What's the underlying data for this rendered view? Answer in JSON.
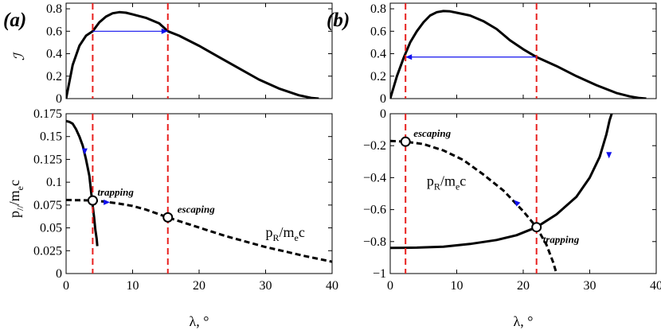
{
  "panel_labels": [
    "(a)",
    "(b)"
  ],
  "chart_data": [
    {
      "type": "line",
      "panel": "(a)",
      "xlabel": "λ, °",
      "ylabel": "ℐ",
      "xlim": [
        0,
        40
      ],
      "top": {
        "ylim": [
          0,
          0.85
        ],
        "yticks": [
          0,
          0.2,
          0.4,
          0.6,
          0.8
        ],
        "ytick_labels": [
          "0",
          "0.2",
          "0.4",
          "0.6",
          "0.8"
        ],
        "series": [
          {
            "style": "solid",
            "color": "#000000",
            "x": [
              0,
              1,
              2,
              3,
              4,
              5,
              6,
              7,
              8,
              9,
              10,
              12,
              14,
              15.3,
              17,
              20,
              23,
              26,
              29,
              32,
              35,
              37,
              38
            ],
            "y": [
              0,
              0.3,
              0.47,
              0.56,
              0.6,
              0.68,
              0.73,
              0.76,
              0.77,
              0.765,
              0.75,
              0.72,
              0.67,
              0.6,
              0.56,
              0.47,
              0.37,
              0.27,
              0.17,
              0.09,
              0.03,
              0.005,
              0
            ]
          }
        ],
        "arrows": [
          {
            "x_from": 4,
            "x_to": 15.3,
            "y": 0.6,
            "color": "#1010ee"
          }
        ]
      },
      "bottom": {
        "ylim": [
          0,
          0.175
        ],
        "yticks": [
          0,
          0.025,
          0.05,
          0.075,
          0.1,
          0.125,
          0.15,
          0.175
        ],
        "ytick_labels": [
          "0",
          "0.025",
          "0.05",
          "0.075",
          "0.1",
          "0.125",
          "0.15",
          "0.175"
        ],
        "ytick_label_overrides": {
          "0.075": "",
          "0.1": "0.1"
        },
        "series": [
          {
            "style": "solid",
            "color": "#000000",
            "x": [
              0,
              0.5,
              1,
              1.5,
              2,
              2.5,
              3,
              3.5,
              3.9,
              4.2,
              4.4,
              4.6,
              4.7
            ],
            "y": [
              0.167,
              0.166,
              0.164,
              0.158,
              0.15,
              0.14,
              0.125,
              0.107,
              0.08,
              0.062,
              0.048,
              0.038,
              0.03
            ]
          },
          {
            "style": "dashed",
            "color": "#000000",
            "x": [
              0,
              2,
              4,
              6,
              8,
              10,
              12,
              15.3,
              18,
              21,
              24,
              27,
              30,
              33,
              36,
              40
            ],
            "y": [
              0.0805,
              0.0803,
              0.08,
              0.0785,
              0.0765,
              0.074,
              0.07,
              0.0615,
              0.055,
              0.048,
              0.041,
              0.035,
              0.029,
              0.024,
              0.019,
              0.013
            ]
          }
        ],
        "points": [
          {
            "x": 4,
            "y": 0.08,
            "label": "trapping",
            "label_dx": 6,
            "label_dy": -6
          },
          {
            "x": 15.3,
            "y": 0.0615,
            "label": "escaping",
            "label_dx": 12,
            "label_dy": -6
          }
        ],
        "direction_markers": [
          {
            "x": 2.8,
            "y": 0.13,
            "dir": "down"
          },
          {
            "x": 6.6,
            "y": 0.078,
            "dir": "right"
          }
        ],
        "curve_label": {
          "text": "pR/mec",
          "x": 30,
          "y": 0.04
        }
      },
      "vlines": [
        4,
        15.3
      ],
      "xticks": [
        0,
        10,
        20,
        30,
        40
      ],
      "bottom_ylabel": "p///mec"
    },
    {
      "type": "line",
      "panel": "(b)",
      "xlabel": "λ, °",
      "xlim": [
        0,
        40
      ],
      "top": {
        "ylim": [
          0,
          0.85
        ],
        "yticks": [
          0,
          0.2,
          0.4,
          0.6,
          0.8
        ],
        "ytick_labels": [
          "0",
          "0.2",
          "0.4",
          "0.6",
          "0.8"
        ],
        "series": [
          {
            "style": "solid",
            "color": "#000000",
            "x": [
              0,
              1,
              2,
              3,
              4,
              5,
              6,
              7,
              8,
              9,
              10,
              12,
              14,
              16,
              18,
              20,
              22,
              25,
              28,
              31,
              34,
              36,
              37.5,
              38.5
            ],
            "y": [
              0,
              0.2,
              0.36,
              0.5,
              0.6,
              0.68,
              0.74,
              0.77,
              0.78,
              0.777,
              0.765,
              0.74,
              0.69,
              0.62,
              0.52,
              0.44,
              0.37,
              0.29,
              0.2,
              0.12,
              0.05,
              0.02,
              0.005,
              0
            ]
          }
        ],
        "arrows": [
          {
            "x_from": 22,
            "x_to": 2.3,
            "y": 0.37,
            "color": "#1010ee"
          }
        ]
      },
      "bottom": {
        "ylim": [
          -1,
          0
        ],
        "yticks": [
          -1,
          -0.8,
          -0.6,
          -0.4,
          -0.2,
          0
        ],
        "ytick_labels": [
          "−1",
          "−0.8",
          "−0.6",
          "−0.4",
          "−0.2",
          "0"
        ],
        "series": [
          {
            "style": "solid",
            "color": "#000000",
            "x": [
              0,
              4,
              8,
              12,
              16,
              19,
              22,
              25,
              28,
              30,
              31.5,
              32.5,
              33,
              33.3
            ],
            "y": [
              -0.84,
              -0.838,
              -0.832,
              -0.815,
              -0.79,
              -0.76,
              -0.71,
              -0.63,
              -0.52,
              -0.4,
              -0.27,
              -0.13,
              -0.04,
              0
            ]
          },
          {
            "style": "dashed",
            "color": "#000000",
            "x": [
              0,
              2.3,
              5,
              8,
              11,
              14,
              17,
              20,
              22,
              23.5,
              24.5,
              25
            ],
            "y": [
              -0.17,
              -0.175,
              -0.19,
              -0.23,
              -0.29,
              -0.38,
              -0.48,
              -0.61,
              -0.71,
              -0.82,
              -0.93,
              -1
            ]
          }
        ],
        "points": [
          {
            "x": 2.3,
            "y": -0.175,
            "label": "escaping",
            "label_dx": 10,
            "label_dy": -6
          },
          {
            "x": 22,
            "y": -0.71,
            "label": "trapping",
            "label_dx": 8,
            "label_dy": 20
          }
        ],
        "direction_markers": [
          {
            "x": 18.6,
            "y": -0.54,
            "dir": "up-left"
          },
          {
            "x": 32.9,
            "y": -0.28,
            "dir": "down"
          }
        ],
        "curve_label": {
          "text": "pR/mec",
          "x": 5.5,
          "y": -0.45
        }
      },
      "vlines": [
        2.3,
        22
      ],
      "xticks": [
        0,
        10,
        20,
        30,
        40
      ]
    }
  ]
}
